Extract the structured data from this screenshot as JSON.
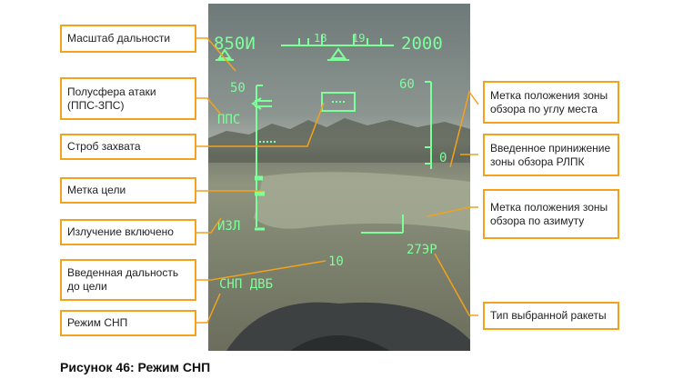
{
  "hud": {
    "heading": "850И",
    "altitude": "2000",
    "heading_tick_1": "18",
    "heading_tick_2": "19",
    "range_scale": "50",
    "attack_hemisphere": "ППС",
    "elevation_scale": "60",
    "elevation_offset": "0",
    "emission": "ИЗЛ",
    "target_range": "10",
    "mode": "СНП ДВБ",
    "missile": "27ЭР",
    "colors": {
      "symbology": "#7dff9a",
      "leader": "#f4a11d",
      "box_border": "#f4a11d"
    }
  },
  "labels": {
    "range_scale": "Масштаб дальности",
    "attack_hemisphere": "Полусфера атаки (ППС-ЗПС)",
    "lock_strobe": "Строб захвата",
    "target_mark": "Метка цели",
    "emission_on": "Излучение включено",
    "target_range": "Введенная дальность до цели",
    "snp_mode": "Режим СНП",
    "elev_zone": "Метка положения зоны обзора по углу места",
    "lowering": "Введенное принижение зоны обзора РЛПК",
    "azimuth_zone": "Метка положения зоны обзора по азимуту",
    "missile_type": "Тип выбранной ракеты"
  },
  "caption": "Рисунок 46: Режим СНП"
}
